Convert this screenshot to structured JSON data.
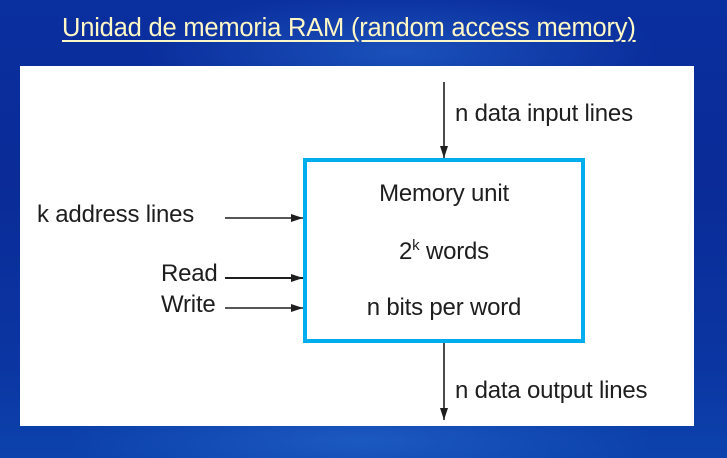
{
  "slide": {
    "title": "Unidad de memoria RAM (random access memory)"
  },
  "diagram": {
    "memory_unit": {
      "name": "Memory unit",
      "words_base": "2",
      "words_exponent": "k",
      "words_suffix": " words",
      "word_size": "n bits per word",
      "border_color": "#00AEEF"
    },
    "inputs": {
      "address": "k address lines",
      "read": "Read",
      "write": "Write",
      "data_in": "n data input lines"
    },
    "outputs": {
      "data_out": "n data output lines"
    }
  }
}
